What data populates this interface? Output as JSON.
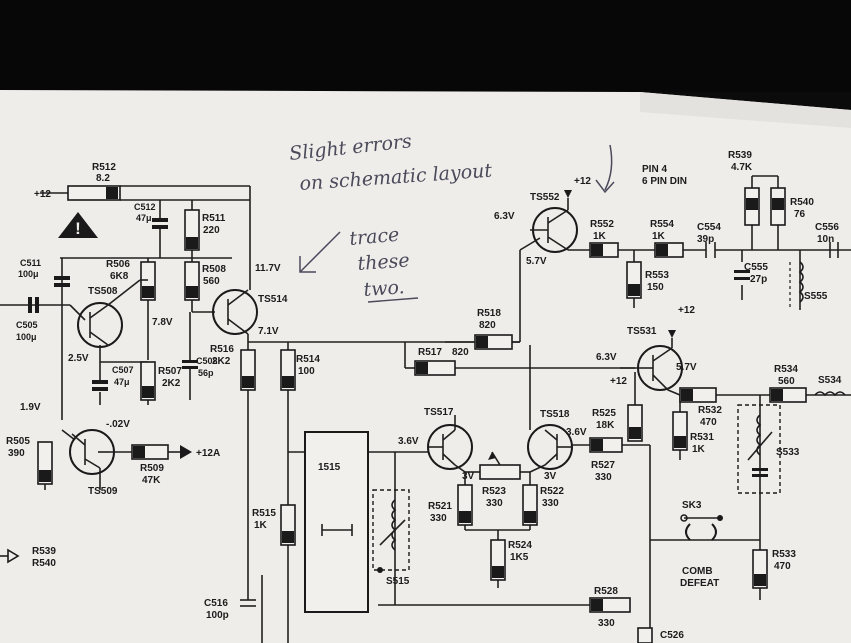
{
  "labels": {
    "r512": "R512",
    "r512_val": "8.2",
    "plus12_left": "+12",
    "c512": "C512",
    "c512_val": "47μ",
    "r511": "R511",
    "r511_val": "220",
    "c511": "C511",
    "c511_val": "100μ",
    "r506": "R506",
    "r506_val": "6K8",
    "r508": "R508",
    "r508_val": "560",
    "v117": "11.7V",
    "ts508": "TS508",
    "v78": "7.8V",
    "ts514": "TS514",
    "v71": "7.1V",
    "c505": "C505",
    "c505_val": "100μ",
    "v25": "2.5V",
    "c507": "C507",
    "c507_val": "47μ",
    "r507": "R507",
    "r507_val": "2K2",
    "c508": "C508",
    "c508_val": "56p",
    "r516": "R516",
    "r516_val": "2K2",
    "r514": "R514",
    "r514_val": "100",
    "v19": "1.9V",
    "v02": "-.02V",
    "r505": "R505",
    "r505_val": "390",
    "ts509": "TS509",
    "r509": "R509",
    "r509_val": "47K",
    "plus12a": "+12A",
    "r539_left": "R539",
    "r540_left": "R540",
    "ic1515": "1515",
    "r515": "R515",
    "r515_val": "1K",
    "s515": "S515",
    "c516": "C516",
    "c516_val": "100p",
    "ts517": "TS517",
    "v36_left": "3.6V",
    "v3_left": "3V",
    "r521": "R521",
    "r521_val": "330",
    "r523": "R523",
    "r523_val": "330",
    "r522": "R522",
    "r522_val": "330",
    "r524": "R524",
    "r524_val": "1K5",
    "ts518": "TS518",
    "v3_right": "3V",
    "v36_right": "3.6V",
    "r528": "R528",
    "r528_val": "330",
    "c526": "C526",
    "r518": "R518",
    "r518_val": "820",
    "r517": "R517",
    "r517_val": "820",
    "v63_top": "6.3V",
    "ts552": "TS552",
    "plus12_ts552": "+12",
    "v57_top": "5.7V",
    "r552": "R552",
    "r552_val": "1K",
    "r554": "R554",
    "r554_val": "1K",
    "r553": "R553",
    "r553_val": "150",
    "c554": "C554",
    "c554_val": "39p",
    "c555": "C555",
    "c555_val": "27p",
    "s555": "S555",
    "pin4": "PIN 4",
    "pin6din": "6 PIN DIN",
    "r539_right": "R539",
    "r539_val": "4.7K",
    "r540_right": "R540",
    "r540_val": "76",
    "c556": "C556",
    "c556_val": "10n",
    "ts531": "TS531",
    "plus12_ts531": "+12",
    "v63_mid": "6.3V",
    "v57_mid": "5.7V",
    "plus12_mid": "+12",
    "r534": "R534",
    "r534_val": "560",
    "s534": "S534",
    "r525": "R525",
    "r525_val": "18K",
    "r532": "R532",
    "r532_val": "470",
    "r531": "R531",
    "r531_val": "1K",
    "r527": "R527",
    "r527_val": "330",
    "s533": "S533",
    "sk3": "SK3",
    "comb": "COMB",
    "defeat": "DEFEAT",
    "r533": "R533",
    "r533_val": "470"
  },
  "handwriting": {
    "line1": "Slight errors",
    "line2": "on schematic layout",
    "line3": "trace",
    "line4": "these",
    "line5": "two."
  },
  "colors": {
    "paper": "#f0eeeb",
    "background": "#0b0b0b",
    "ink": "#1c1c1c",
    "pencil": "#4a4a5a"
  }
}
